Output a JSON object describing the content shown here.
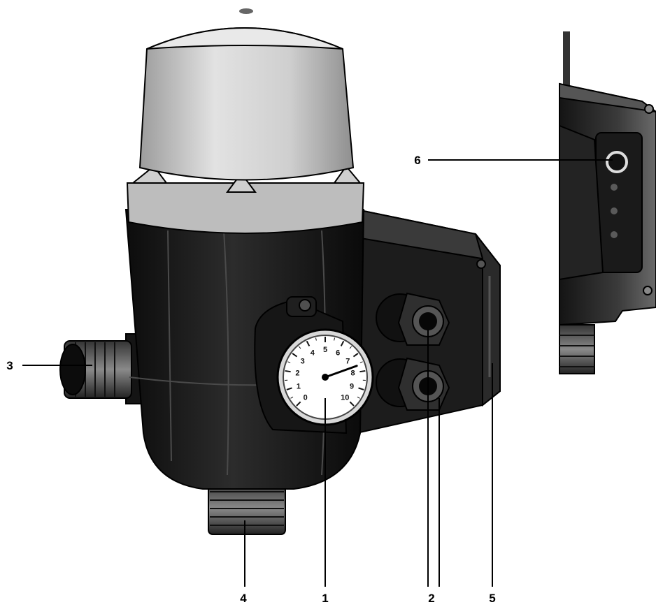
{
  "callouts": [
    {
      "id": "1",
      "label": "1"
    },
    {
      "id": "2",
      "label": "2"
    },
    {
      "id": "2b",
      "label": "2"
    },
    {
      "id": "3",
      "label": "3"
    },
    {
      "id": "4",
      "label": "4"
    },
    {
      "id": "5",
      "label": "5"
    },
    {
      "id": "6",
      "label": "6"
    }
  ],
  "gauge": {
    "scale": [
      "0",
      "1",
      "2",
      "3",
      "4",
      "5",
      "6",
      "7",
      "8",
      "9",
      "10"
    ],
    "needle_value": 7.6,
    "max": 10
  },
  "colors": {
    "body": "#1a1a1a",
    "cap": "#d4d4d4",
    "ring": "#b8b8b8",
    "lines": "#000000"
  }
}
